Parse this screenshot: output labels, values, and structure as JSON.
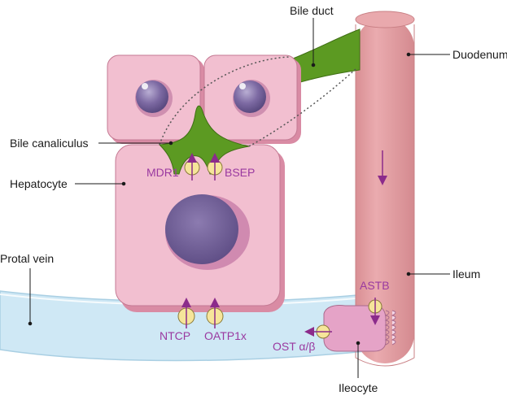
{
  "labels": {
    "bile_duct": "Bile duct",
    "duodenum": "Duodenum",
    "bile_canaliculus": "Bile canaliculus",
    "hepatocyte": "Hepatocyte",
    "portal_vein": "Protal vein",
    "ileum": "Ileum",
    "ileocyte": "Ileocyte"
  },
  "transporters": {
    "mdr1": "MDR1",
    "bsep": "BSEP",
    "ntcp": "NTCP",
    "oatp1x": "OATP1x",
    "astb": "ASTB",
    "ost": "OST α/β"
  },
  "colors": {
    "cell_fill": "#f2bfd0",
    "cell_shadow": "#d98ba4",
    "nucleus": "#7d6aa3",
    "bile": "#5c9a22",
    "intestine": "#e3a0a4",
    "vein": "#cfe8f5",
    "transporter": "#f6e59a",
    "arrow": "#8b2b8b",
    "label_purple": "#9a3aa0"
  }
}
